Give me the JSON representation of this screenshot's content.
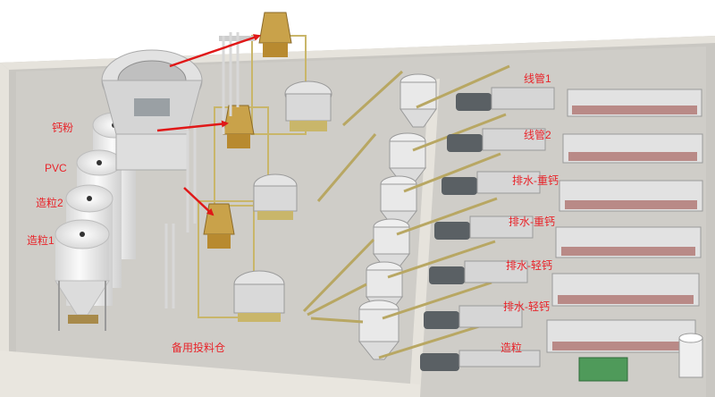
{
  "labels": {
    "calcium_powder": "钙粉",
    "pvc": "PVC",
    "pellet_2": "造粒2",
    "pellet_1": "造粒1",
    "spare_silo": "备用投料仓",
    "line_pipe_1": "线管1",
    "line_pipe_2": "线管2",
    "drain_heavy_1": "排水-重钙",
    "drain_heavy_2": "排水-重钙",
    "drain_light_1": "排水-轻钙",
    "drain_light_2": "排水-轻钙",
    "pelletizing": "造粒"
  },
  "colors": {
    "label": "#e8242a",
    "arrow": "#e01818",
    "floor": "#c9c7c2",
    "wall": "#e6e3dc",
    "frame": "#c9b66a",
    "pipe": "#b8a763",
    "silo": "#f2f2f2",
    "motor": "#5a6064",
    "bed": "#b98a87",
    "hopper_gold": "#c9a24a"
  }
}
